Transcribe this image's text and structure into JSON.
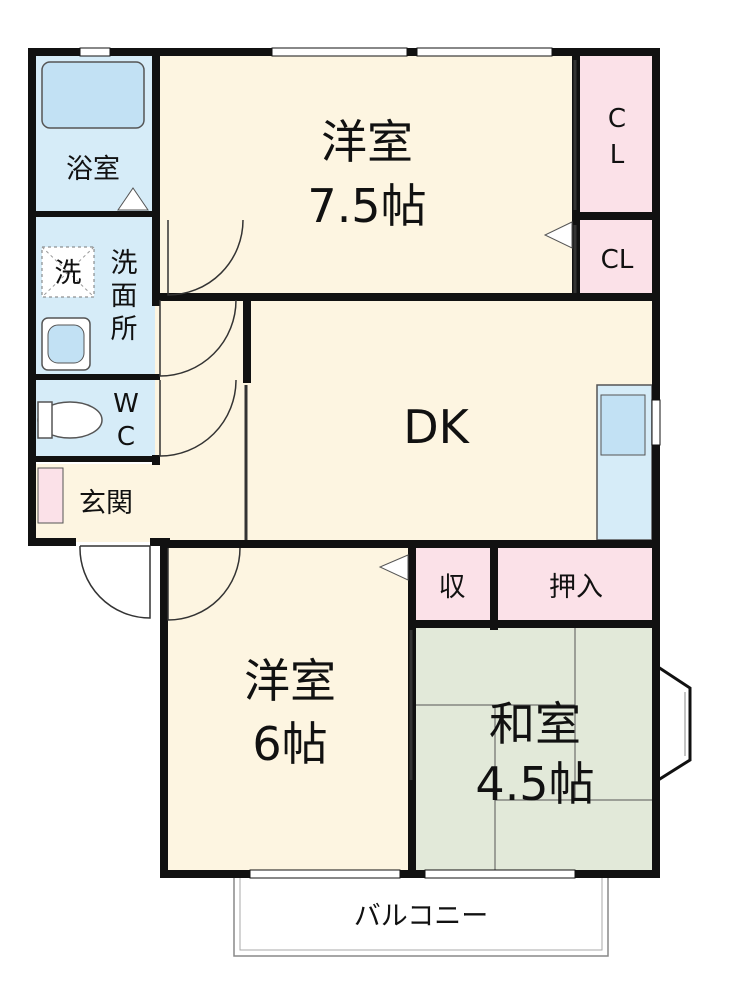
{
  "colors": {
    "wall": "#111111",
    "floor_wood": "#fdf5e1",
    "floor_wet": "#d6ecf8",
    "floor_tatami": "#e2e9d9",
    "closet": "#fbe1e8",
    "balcony": "#ffffff"
  },
  "rooms": {
    "western_large": {
      "name": "洋室",
      "size": "7.5帖"
    },
    "western_small": {
      "name": "洋室",
      "size": "6帖"
    },
    "japanese": {
      "name": "和室",
      "size": "4.5帖"
    },
    "dk": {
      "name": "DK"
    },
    "bath": {
      "name": "浴室"
    },
    "washroom": {
      "name_line1": "洗",
      "name_line2": "面",
      "name_line3": "所",
      "washer_label": "洗"
    },
    "wc": {
      "line1": "W",
      "line2": "C"
    },
    "entrance": {
      "name": "玄関"
    },
    "closet_cl1": {
      "line1": "C",
      "line2": "L"
    },
    "closet_cl2": {
      "name": "CL"
    },
    "storage": {
      "name": "収"
    },
    "oshiire": {
      "name": "押入"
    },
    "balcony": {
      "name": "バルコニー"
    }
  }
}
